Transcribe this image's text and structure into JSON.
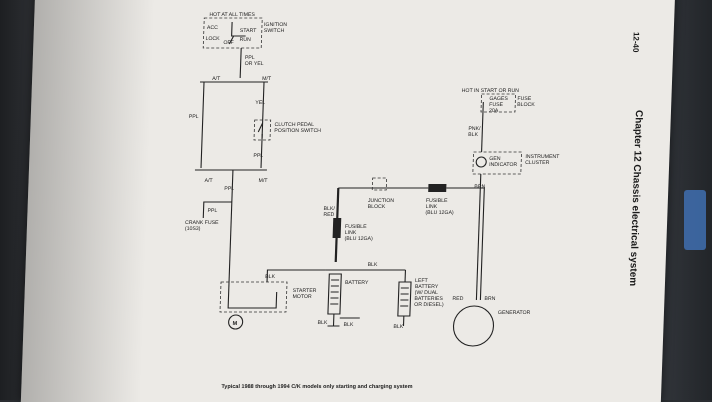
{
  "page": {
    "page_number": "12-40",
    "chapter_heading": "Chapter 12  Chassis electrical system",
    "caption": "Typical 1988 through 1994 C/K models only starting and charging system"
  },
  "labels": {
    "hot_at_all_times": "HOT AT ALL TIMES",
    "ignition_switch": "IGNITION\nSWITCH",
    "acc": "ACC",
    "start": "START",
    "lock": "LOCK",
    "off": "OFF",
    "run": "RUN",
    "wire_pnk_yel": "PPL\nOR YEL",
    "conn_at_top": "A/T",
    "conn_mt_top": "M/T",
    "wire_ppl_left": "PPL",
    "wire_yel": "YEL",
    "clutch_switch": "CLUTCH PEDAL\nPOSITION SWITCH",
    "wire_ppl_mid": "PPL",
    "conn_at_bot": "A/T",
    "conn_mt_bot": "M/T",
    "wire_ppl_a": "PPL",
    "wire_ppl_b": "PPL",
    "crank_fuse": "CRANK FUSE\n(10S3)",
    "wire_blk_red": "BLK/\nRED",
    "fusible_link_left": "FUSIBLE\nLINK\n(BLU 12GA)",
    "junction_block": "JUNCTION\nBLOCK",
    "fusible_link_right": "FUSIBLE\nLINK\n(BLU 12GA)",
    "wire_blk_top": "BLK",
    "wire_blk_starter": "BLK",
    "starter_motor": "STARTER\nMOTOR",
    "battery": "BATTERY",
    "left_battery": "LEFT\nBATTERY\n(W/ DUAL\nBATTERIES\nOR DIESEL)",
    "wire_blk_bot1": "BLK",
    "wire_blk_bot2": "BLK",
    "wire_blk_bot3": "BLK",
    "hot_in_start_run": "HOT IN START OR RUN",
    "gauges_fuse": "GAGES\nFUSE\n20A",
    "fuse_block": "FUSE\nBLOCK",
    "wire_pnk_blk": "PNK/\nBLK",
    "gen_indicator": "GEN\nINDICATOR",
    "instrument_cluster": "INSTRUMENT\nCLUSTER",
    "wire_brn": "BRN",
    "wire_red": "RED",
    "wire_brn2": "BRN",
    "generator": "GENERATOR"
  }
}
